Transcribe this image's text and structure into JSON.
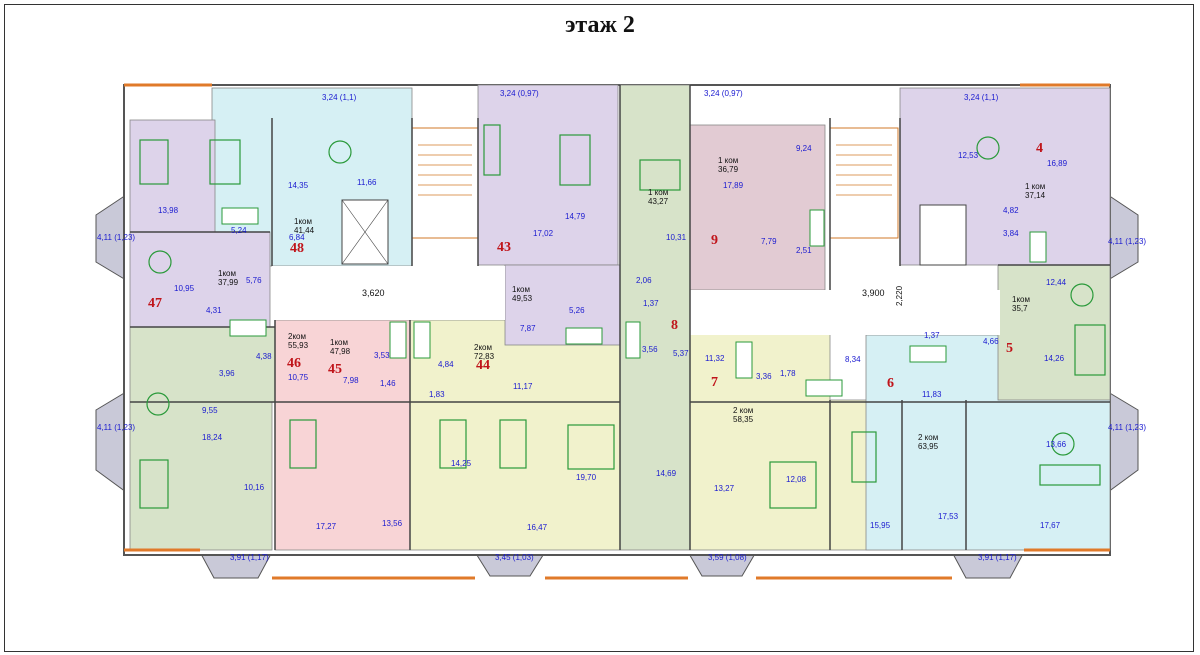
{
  "title": "этаж 2",
  "apartments": [
    {
      "number": "48",
      "rooms": "1ком",
      "area": "41,44"
    },
    {
      "number": "47",
      "rooms": "1ком",
      "area": "37,99"
    },
    {
      "number": "46",
      "rooms": "2ком",
      "area": "55,93"
    },
    {
      "number": "45",
      "rooms": "1ком",
      "area": "47,98"
    },
    {
      "number": "44",
      "rooms": "2ком",
      "area": "72,83"
    },
    {
      "number": "43",
      "rooms": "1ком",
      "area": "49,53"
    },
    {
      "number": "9",
      "rooms": "1 ком",
      "area": "36,79"
    },
    {
      "number": "8",
      "rooms": "1 ком",
      "area": "43,27"
    },
    {
      "number": "7",
      "rooms": "2 ком",
      "area": "58,35"
    },
    {
      "number": "6",
      "rooms": "2 ком",
      "area": "63,95"
    },
    {
      "number": "5",
      "rooms": "1ком",
      "area": "35,7"
    },
    {
      "number": "4",
      "rooms": "1 ком",
      "area": "37,14"
    }
  ],
  "corridor_dims": [
    "3,620",
    "3,900",
    "2,220"
  ],
  "room_areas": [
    "14,35",
    "11,66",
    "5,24",
    "13,98",
    "6,84",
    "10,95",
    "5,76",
    "4,31",
    "3,96",
    "9,55",
    "18,24",
    "10,16",
    "4,38",
    "10,75",
    "7,98",
    "3,53",
    "1,46",
    "1,83",
    "4,84",
    "11,17",
    "17,02",
    "14,79",
    "7,87",
    "5,26",
    "14,25",
    "17,27",
    "13,56",
    "16,47",
    "19,70",
    "14,69",
    "10,31",
    "17,89",
    "9,24",
    "7,79",
    "2,51",
    "2,06",
    "1,37",
    "3,56",
    "5,37",
    "11,32",
    "3,36",
    "1,78",
    "8,34",
    "11,83",
    "13,27",
    "12,08",
    "15,95",
    "12,53",
    "16,89",
    "4,82",
    "3,84",
    "12,44",
    "1,37",
    "4,66",
    "14,26",
    "13,66",
    "17,53",
    "17,67"
  ],
  "balconies": [
    "3,24 (1,1)",
    "3,24 (0,97)",
    "3,24 (0,97)",
    "3,24 (1,1)",
    "4,11 (1,23)",
    "4,11 (1,23)",
    "4,11 (1,23)",
    "4,11 (1,23)",
    "3,91 (1,17)",
    "3,45 (1,03)",
    "3,59 (1,08)",
    "3,91 (1,17)"
  ],
  "colors": {
    "green": "#d7e3c9",
    "lilac": "#ddd3ea",
    "cyan": "#d6f0f4",
    "pink": "#f8d4d6",
    "yellow": "#f1f2cc",
    "mauve": "#e2cbd3",
    "wall": "#555",
    "balcony": "#c8c8d6"
  }
}
